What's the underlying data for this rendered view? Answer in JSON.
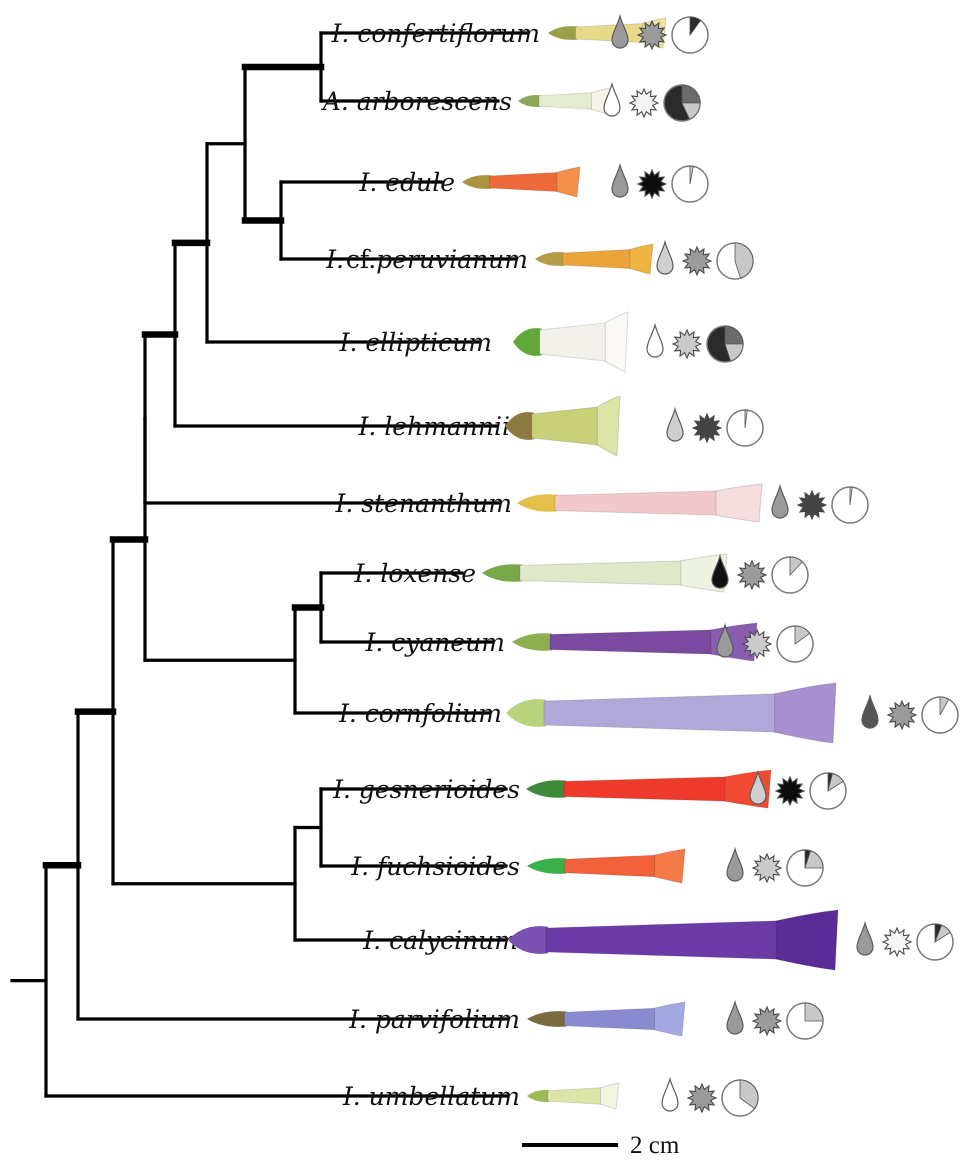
{
  "figure": {
    "scale_bar": {
      "label": "2 cm"
    },
    "colors": {
      "branch": "#000000",
      "pie_dark": "#2b2b2b",
      "pie_mid": "#6b6b6b",
      "pie_light": "#c8c8c8",
      "pie_outline": "#7a7a7a"
    },
    "icon_legend": [
      "nectar-drop-icon",
      "scent-star-icon",
      "proportion-pie-icon"
    ],
    "taxa": [
      {
        "genus": "I.",
        "qualifier": "",
        "species": "confertiflorum",
        "flower": {
          "tube": "#e8d98a",
          "limb": "#f1e49a",
          "base": "#9aa04a",
          "shape": "short-flared"
        },
        "traits": {
          "drop": "mid",
          "star": "mid",
          "pie": [
            0.1,
            0.0
          ]
        }
      },
      {
        "genus": "A.",
        "qualifier": "",
        "species": "arborescens",
        "flower": {
          "tube": "#e6ecd2",
          "limb": "#f5f3ea",
          "base": "#8fa55a",
          "shape": "short-open"
        },
        "traits": {
          "drop": "white",
          "star": "white",
          "pie": [
            0.55,
            0.18
          ]
        }
      },
      {
        "genus": "I.",
        "qualifier": "",
        "species": "edule",
        "flower": {
          "tube": "#ee6a3a",
          "limb": "#f2904a",
          "base": "#a89440",
          "shape": "short-flared"
        },
        "traits": {
          "drop": "mid",
          "star": "black",
          "pie": [
            0.0,
            0.03
          ]
        }
      },
      {
        "genus": "I.",
        "qualifier": "cf.",
        "species": "peruvianum",
        "flower": {
          "tube": "#eaa43a",
          "limb": "#f0b440",
          "base": "#b79a48",
          "shape": "short-flared"
        },
        "traits": {
          "drop": "light",
          "star": "mid",
          "pie": [
            0.0,
            0.45
          ]
        }
      },
      {
        "genus": "I.",
        "qualifier": "",
        "species": "ellipticum",
        "flower": {
          "tube": "#f3f1ec",
          "limb": "#fbfaf6",
          "base": "#5ea93a",
          "shape": "bell"
        },
        "traits": {
          "drop": "white",
          "star": "light",
          "pie": [
            0.5,
            0.2
          ]
        }
      },
      {
        "genus": "I.",
        "qualifier": "",
        "species": "lehmannii",
        "flower": {
          "tube": "#c8d07a",
          "limb": "#dce4a6",
          "base": "#8a7a40",
          "shape": "bell"
        },
        "traits": {
          "drop": "light",
          "star": "dark",
          "pie": [
            0.0,
            0.02
          ]
        }
      },
      {
        "genus": "I.",
        "qualifier": "",
        "species": "stenanthum",
        "flower": {
          "tube": "#f2c8cc",
          "limb": "#f6dde0",
          "base": "#e3c04a",
          "shape": "long"
        },
        "traits": {
          "drop": "mid",
          "star": "dark",
          "pie": [
            0.0,
            0.02
          ]
        }
      },
      {
        "genus": "I.",
        "qualifier": "",
        "species": "loxense",
        "flower": {
          "tube": "#dfe8c8",
          "limb": "#eef2e0",
          "base": "#79a84a",
          "shape": "long"
        },
        "traits": {
          "drop": "black",
          "star": "mid",
          "pie": [
            0.0,
            0.12
          ]
        }
      },
      {
        "genus": "I.",
        "qualifier": "",
        "species": "cyaneum",
        "flower": {
          "tube": "#7a4aa0",
          "limb": "#8a5cb0",
          "base": "#8cb050",
          "shape": "long"
        },
        "traits": {
          "drop": "mid",
          "star": "light",
          "pie": [
            0.0,
            0.15
          ]
        }
      },
      {
        "genus": "I.",
        "qualifier": "",
        "species": "cornfolium",
        "flower": {
          "tube": "#b0a8d8",
          "limb": "#a890d0",
          "base": "#b8d47a",
          "shape": "very-long"
        },
        "traits": {
          "drop": "dark",
          "star": "mid",
          "pie": [
            0.0,
            0.08
          ]
        }
      },
      {
        "genus": "I.",
        "qualifier": "",
        "species": "gesnerioides",
        "flower": {
          "tube": "#ee3a2a",
          "limb": "#f04a32",
          "base": "#3f8a3a",
          "shape": "long"
        },
        "traits": {
          "drop": "light",
          "star": "black",
          "pie": [
            0.04,
            0.12
          ]
        }
      },
      {
        "genus": "I.",
        "qualifier": "",
        "species": "fuchsioides",
        "flower": {
          "tube": "#f2613a",
          "limb": "#f47a48",
          "base": "#3bb04a",
          "shape": "medium"
        },
        "traits": {
          "drop": "mid",
          "star": "light",
          "pie": [
            0.05,
            0.2
          ]
        }
      },
      {
        "genus": "I.",
        "qualifier": "",
        "species": "calycinum",
        "flower": {
          "tube": "#6a3aa6",
          "limb": "#5a2c96",
          "base": "#7a50b0",
          "shape": "very-long"
        },
        "traits": {
          "drop": "mid",
          "star": "white",
          "pie": [
            0.06,
            0.1
          ]
        }
      },
      {
        "genus": "I.",
        "qualifier": "",
        "species": "parvifolium",
        "flower": {
          "tube": "#8a8ad0",
          "limb": "#a4a8e0",
          "base": "#7a6a40",
          "shape": "medium"
        },
        "traits": {
          "drop": "mid",
          "star": "mid",
          "pie": [
            0.0,
            0.25
          ]
        }
      },
      {
        "genus": "I.",
        "qualifier": "",
        "species": "umbellatum",
        "flower": {
          "tube": "#dde6a8",
          "limb": "#f2f4e4",
          "base": "#9cbb58",
          "shape": "short-open"
        },
        "traits": {
          "drop": "white",
          "star": "mid",
          "pie": [
            0.0,
            0.35
          ]
        }
      }
    ]
  }
}
